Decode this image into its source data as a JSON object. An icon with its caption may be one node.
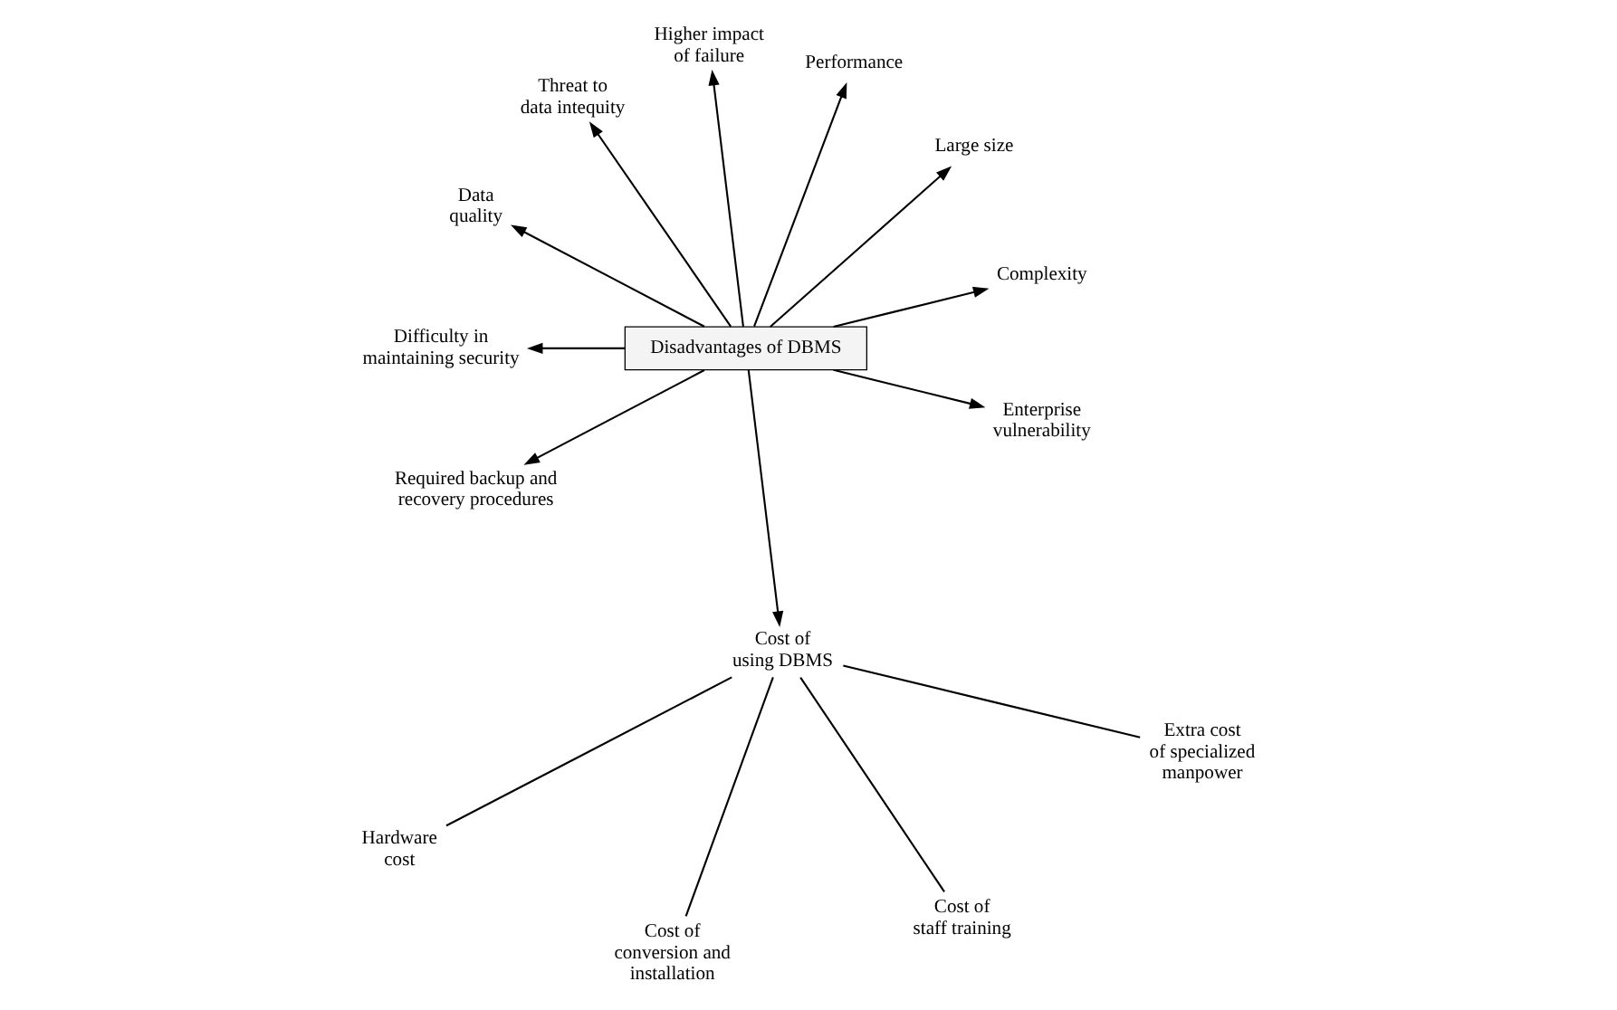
{
  "diagram": {
    "nodes": [
      {
        "text": [
          "Disadvantages of DBMS"
        ]
      },
      {
        "text": [
          "Complexity"
        ]
      },
      {
        "text": [
          "Large size"
        ]
      },
      {
        "text": [
          "Performance"
        ]
      },
      {
        "text": [
          "Higher impact of failure"
        ]
      },
      {
        "text": [
          "Threat to data intequity"
        ]
      },
      {
        "text": [
          "Data quality"
        ]
      },
      {
        "text": [
          "Difficulty in maintaining security"
        ]
      },
      {
        "text": [
          "Required backup and recovery procedures"
        ]
      },
      {
        "text": [
          "Cost of using DBMS"
        ]
      },
      {
        "text": [
          "Enterprise vulnerability"
        ]
      },
      {
        "text": [
          "Hardware cost"
        ]
      },
      {
        "text": [
          "Cost of conversion and installation"
        ]
      },
      {
        "text": [
          "Cost of staff training"
        ]
      },
      {
        "text": [
          "Extra cost of specialized manpower"
        ]
      }
    ],
    "edges": [
      {
        "from": 0,
        "to": 1,
        "arrow": "to"
      },
      {
        "from": 0,
        "to": 2,
        "arrow": "to"
      },
      {
        "from": 0,
        "to": 3,
        "arrow": "to"
      },
      {
        "from": 0,
        "to": 4,
        "arrow": "to"
      },
      {
        "from": 0,
        "to": 5,
        "arrow": "to"
      },
      {
        "from": 0,
        "to": 6,
        "arrow": "to"
      },
      {
        "from": 0,
        "to": 7,
        "arrow": "to"
      },
      {
        "from": 0,
        "to": 8,
        "arrow": "to"
      },
      {
        "from": 0,
        "to": 9,
        "arrow": "to"
      },
      {
        "from": 0,
        "to": 10,
        "arrow": "to"
      },
      {
        "from": 9,
        "to": 11,
        "arrow": "none"
      },
      {
        "from": 9,
        "to": 12,
        "arrow": "none"
      },
      {
        "from": 9,
        "to": 13,
        "arrow": "none"
      },
      {
        "from": 9,
        "to": 14,
        "arrow": "none"
      }
    ]
  }
}
